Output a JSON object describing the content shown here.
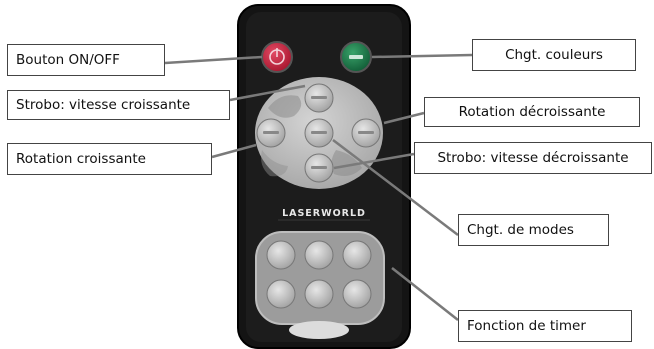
{
  "callouts": {
    "power": "Bouton ON/OFF",
    "color": "Chgt. couleurs",
    "strobe_up": "Strobo: vitesse croissante",
    "rotation_down": "Rotation décroissante",
    "rotation_up": "Rotation croissante",
    "strobe_down": "Strobo: vitesse décroissante",
    "mode": "Chgt. de modes",
    "timer": "Fonction de timer"
  },
  "remote": {
    "brand": "LASERWORLD"
  }
}
